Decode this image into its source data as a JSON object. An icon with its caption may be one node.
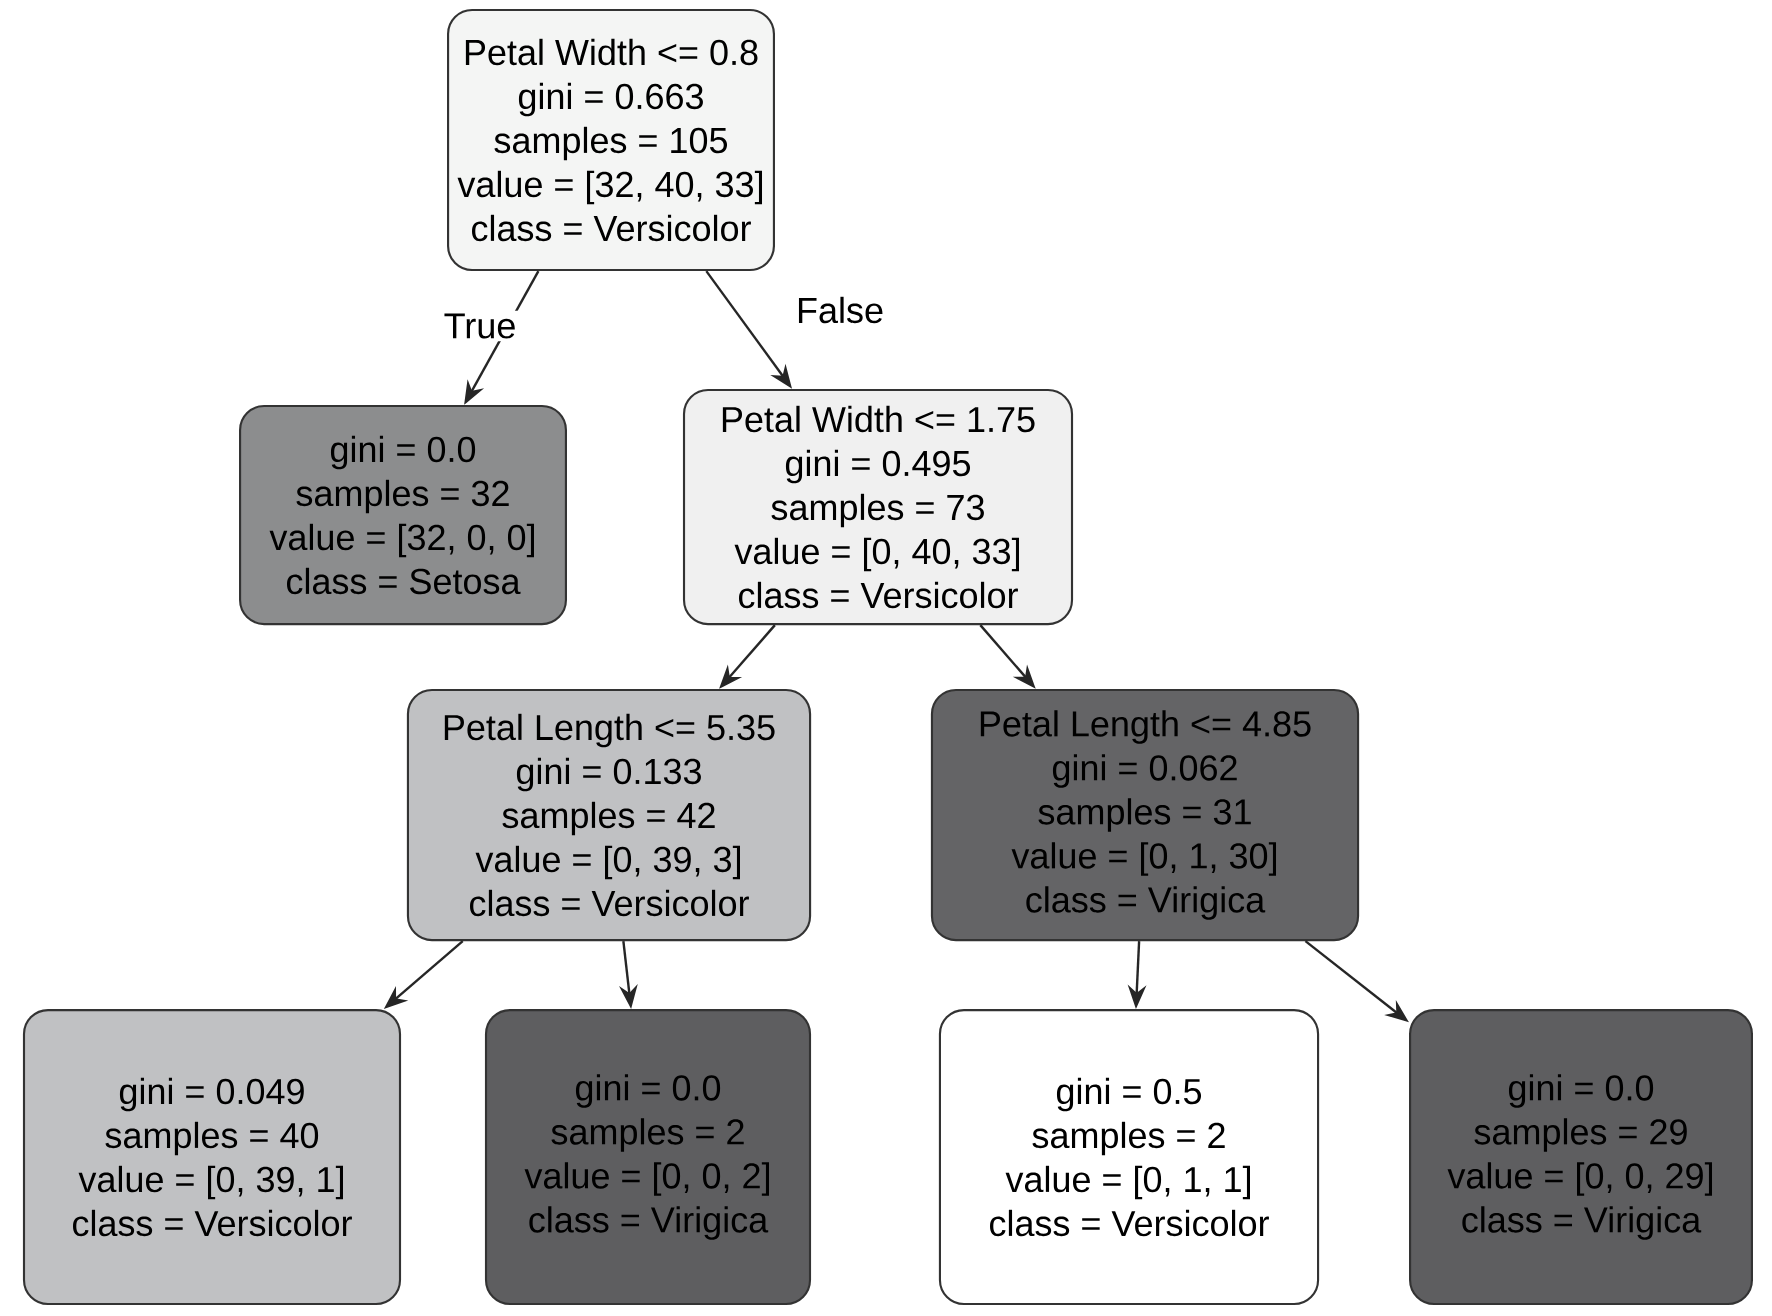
{
  "diagram": {
    "nodes": [
      {
        "text": [
          "Petal Width <= 0.8",
          "gini = 0.663",
          "samples = 105",
          "value = [32, 40, 33]",
          "class = Versicolor"
        ]
      },
      {
        "text": [
          "gini = 0.0",
          "samples = 32",
          "value = [32, 0, 0]",
          "class = Setosa"
        ]
      },
      {
        "text": [
          "Petal Width <= 1.75",
          "gini = 0.495",
          "samples = 73",
          "value = [0, 40, 33]",
          "class = Versicolor"
        ]
      },
      {
        "text": [
          "Petal Length <= 5.35",
          "gini = 0.133",
          "samples = 42",
          "value = [0, 39, 3]",
          "class = Versicolor"
        ]
      },
      {
        "text": [
          "Petal Length <= 4.85",
          "gini = 0.062",
          "samples = 31",
          "value = [0, 1, 30]",
          "class = Virigica"
        ]
      },
      {
        "text": [
          "gini = 0.049",
          "samples = 40",
          "value = [0, 39, 1]",
          "class = Versicolor"
        ]
      },
      {
        "text": [
          "gini = 0.0",
          "samples = 2",
          "value = [0, 0, 2]",
          "class = Virigica"
        ]
      },
      {
        "text": [
          "gini = 0.5",
          "samples = 2",
          "value = [0, 1, 1]",
          "class = Versicolor"
        ]
      },
      {
        "text": [
          "gini = 0.0",
          "samples = 29",
          "value = [0, 0, 29]",
          "class = Virigica"
        ]
      }
    ],
    "edges": [
      {
        "from": 0,
        "to": 1,
        "arrow": "to",
        "label": "True"
      },
      {
        "from": 0,
        "to": 2,
        "arrow": "to",
        "label": "False"
      },
      {
        "from": 2,
        "to": 3,
        "arrow": "to"
      },
      {
        "from": 2,
        "to": 4,
        "arrow": "to"
      },
      {
        "from": 3,
        "to": 5,
        "arrow": "to"
      },
      {
        "from": 3,
        "to": 6,
        "arrow": "to"
      },
      {
        "from": 4,
        "to": 7,
        "arrow": "to"
      },
      {
        "from": 4,
        "to": 8,
        "arrow": "to"
      }
    ]
  }
}
